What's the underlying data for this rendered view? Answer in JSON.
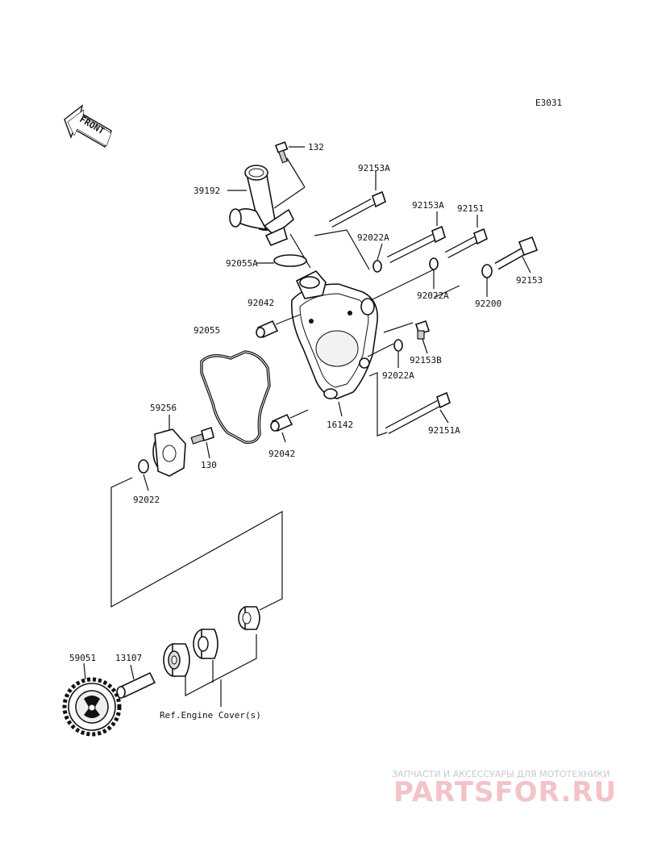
{
  "diagram": {
    "code": "E3031",
    "front_label": "FRONT",
    "ref_note": "Ref.Engine Cover(s)",
    "parts": {
      "p132": "132",
      "p39192": "39192",
      "p92153A_1": "92153A",
      "p92153A_2": "92153A",
      "p92151": "92151",
      "p92022A_1": "92022A",
      "p92055A": "92055A",
      "p92153": "92153",
      "p92042_1": "92042",
      "p92022A_2": "92022A",
      "p92200": "92200",
      "p92055": "92055",
      "p92153B": "92153B",
      "p92022A_3": "92022A",
      "p59256": "59256",
      "p16142": "16142",
      "p92151A": "92151A",
      "p130": "130",
      "p92042_2": "92042",
      "p92022": "92022",
      "p59051": "59051",
      "p13107": "13107"
    }
  },
  "watermark": {
    "tagline": "ЗАПЧАСТИ И АКСЕССУАРЫ ДЛЯ МОТОТЕХНИКИ",
    "brand": "PARTSFOR.RU"
  }
}
